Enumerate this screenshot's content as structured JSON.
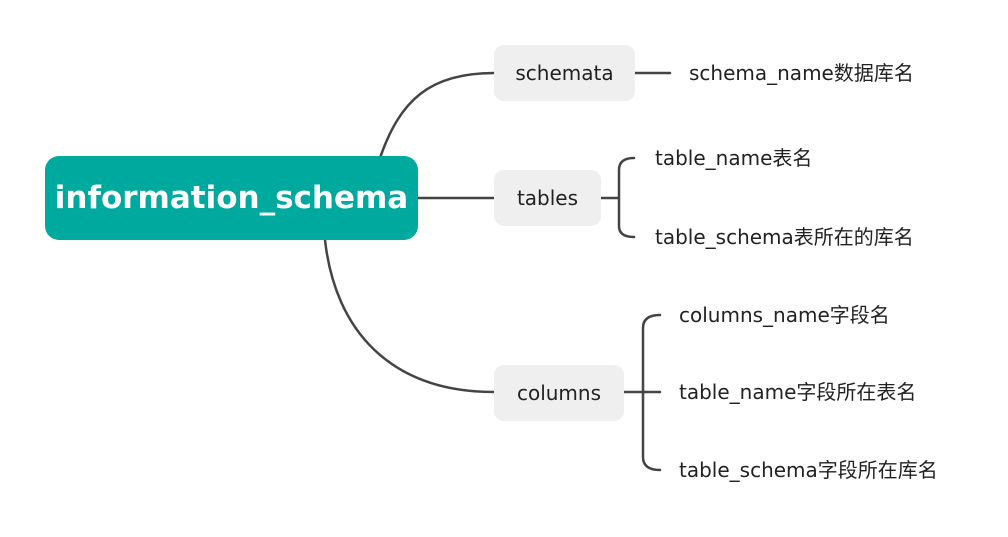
{
  "root": {
    "label": "information_schema",
    "color": "#00a99d"
  },
  "branches": [
    {
      "label": "schemata",
      "children": [
        "schema_name数据库名"
      ]
    },
    {
      "label": "tables",
      "children": [
        "table_name表名",
        "table_schema表所在的库名"
      ]
    },
    {
      "label": "columns",
      "children": [
        "columns_name字段名",
        "table_name字段所在表名",
        "table_schema字段所在库名"
      ]
    }
  ]
}
